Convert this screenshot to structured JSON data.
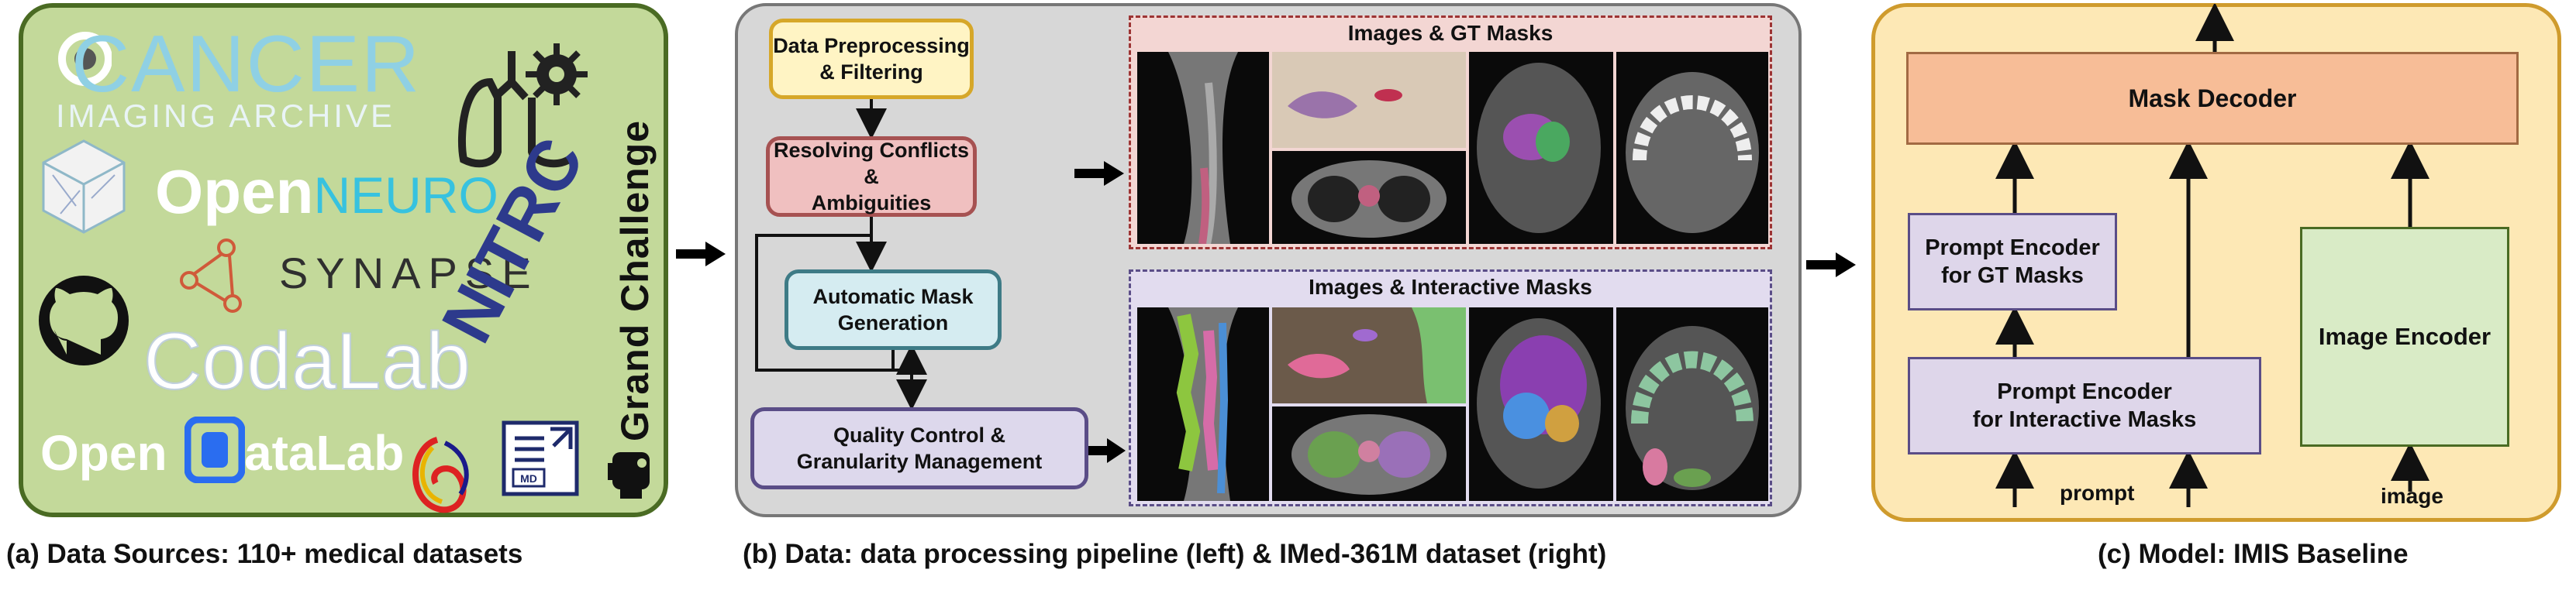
{
  "panel_a": {
    "logos": {
      "cancer_imaging_archive_title": "CANCER",
      "cancer_imaging_archive_sub": "IMAGING ARCHIVE",
      "openneuro_1": "Open",
      "openneuro_2": "NEURO",
      "synapse": "SYNAPSE",
      "codalab": "CodaLab",
      "opendatalab_1": "Open",
      "opendatalab_2": "ataLab",
      "nitrc": "NITRC",
      "grand_challenge": "Grand Challenge",
      "md_badge": "MD"
    },
    "colors": {
      "fill": "#c3d99a",
      "border": "#4a6b23"
    }
  },
  "panel_b": {
    "pipeline": {
      "preprocess": "Data Preprocessing\n& Filtering",
      "resolve": "Resolving Conflicts &\nAmbiguities",
      "auto_mask": "Automatic Mask\nGeneration",
      "qc": "Quality Control &\nGranularity Management"
    },
    "gt_title": "Images & GT Masks",
    "interactive_title": "Images & Interactive Masks"
  },
  "panel_c": {
    "mask_decoder": "Mask Decoder",
    "prompt_encoder_gt": "Prompt Encoder\nfor GT Masks",
    "prompt_encoder_interactive": "Prompt Encoder\nfor Interactive Masks",
    "image_encoder": "Image Encoder",
    "prompt_label": "prompt",
    "image_label": "image"
  },
  "captions": {
    "a": "(a) Data Sources: 110+ medical datasets",
    "b": "(b) Data: data processing pipeline (left) & IMed-361M dataset (right)",
    "c": "(c) Model: IMIS Baseline"
  }
}
